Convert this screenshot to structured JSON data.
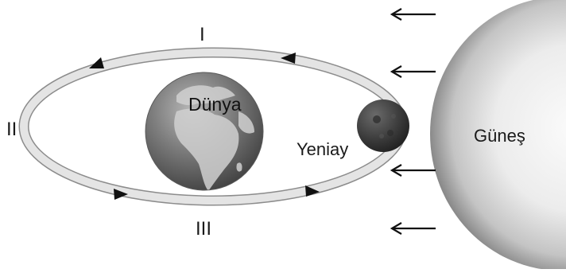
{
  "labels": {
    "orbit_top": "I",
    "orbit_left": "II",
    "orbit_bottom": "III",
    "earth": "Dünya",
    "moon": "Yeniay",
    "sun": "Güneş"
  },
  "icons": {
    "earth": "globe-icon",
    "moon": "moon-icon",
    "sun": "sun-icon",
    "sunlight": "arrow-left-icon"
  },
  "colors": {
    "orbit": "#d9d9d9",
    "orbit_outline": "#8c8c8c",
    "sun_light": "#f7f7f7",
    "sun_dark": "#8a8a8a",
    "earth_ocean": "#6f6f6f",
    "moon": "#3a3a3a",
    "arrow": "#111111"
  }
}
